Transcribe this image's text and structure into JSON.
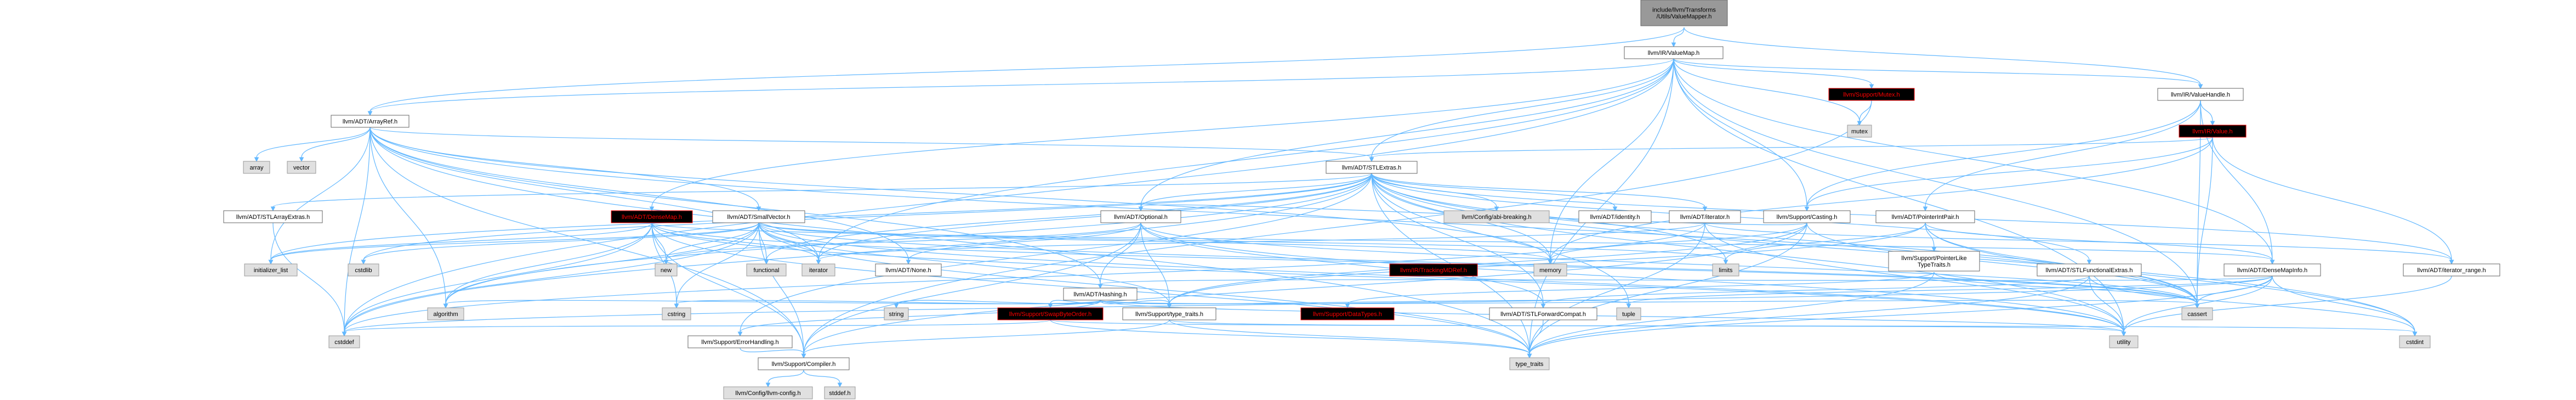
{
  "colors": {
    "edge": "#63b8ff",
    "root_fill": "#999999",
    "node_fill": "#ffffff",
    "system_fill": "#e0e0e0",
    "truncated_border": "#ff0000"
  },
  "nodes": [
    {
      "id": "root",
      "lines": [
        "include/llvm/Transforms",
        "/Utils/ValueMapper.h"
      ],
      "kind": "root"
    },
    {
      "id": "valuemap",
      "lines": [
        "llvm/IR/ValueMap.h"
      ],
      "kind": "local"
    },
    {
      "id": "arrayref",
      "lines": [
        "llvm/ADT/ArrayRef.h"
      ],
      "kind": "local"
    },
    {
      "id": "valuehandle",
      "lines": [
        "llvm/IR/ValueHandle.h"
      ],
      "kind": "local"
    },
    {
      "id": "mutex_h",
      "lines": [
        "llvm/Support/Mutex.h"
      ],
      "kind": "trunc"
    },
    {
      "id": "irvalue",
      "lines": [
        "llvm/IR/Value.h"
      ],
      "kind": "trunc"
    },
    {
      "id": "stlextras",
      "lines": [
        "llvm/ADT/STLExtras.h"
      ],
      "kind": "local"
    },
    {
      "id": "array",
      "lines": [
        "array"
      ],
      "kind": "sys"
    },
    {
      "id": "vector",
      "lines": [
        "vector"
      ],
      "kind": "sys"
    },
    {
      "id": "mutex",
      "lines": [
        "mutex"
      ],
      "kind": "sys"
    },
    {
      "id": "stlarrayextras",
      "lines": [
        "llvm/ADT/STLArrayExtras.h"
      ],
      "kind": "local"
    },
    {
      "id": "densemap",
      "lines": [
        "llvm/ADT/DenseMap.h"
      ],
      "kind": "trunc"
    },
    {
      "id": "smallvector",
      "lines": [
        "llvm/ADT/SmallVector.h"
      ],
      "kind": "local"
    },
    {
      "id": "optional",
      "lines": [
        "llvm/ADT/Optional.h"
      ],
      "kind": "local"
    },
    {
      "id": "abibreaking",
      "lines": [
        "llvm/Config/abi-breaking.h"
      ],
      "kind": "sys"
    },
    {
      "id": "identity",
      "lines": [
        "llvm/ADT/identity.h"
      ],
      "kind": "local"
    },
    {
      "id": "adtiterator",
      "lines": [
        "llvm/ADT/iterator.h"
      ],
      "kind": "local"
    },
    {
      "id": "casting",
      "lines": [
        "llvm/Support/Casting.h"
      ],
      "kind": "local"
    },
    {
      "id": "pointerintpair",
      "lines": [
        "llvm/ADT/PointerIntPair.h"
      ],
      "kind": "local"
    },
    {
      "id": "initializer_list",
      "lines": [
        "initializer_list"
      ],
      "kind": "sys"
    },
    {
      "id": "cstdlib",
      "lines": [
        "cstdlib"
      ],
      "kind": "sys"
    },
    {
      "id": "new",
      "lines": [
        "new"
      ],
      "kind": "sys"
    },
    {
      "id": "functional",
      "lines": [
        "functional"
      ],
      "kind": "sys"
    },
    {
      "id": "iterator",
      "lines": [
        "iterator"
      ],
      "kind": "sys"
    },
    {
      "id": "none",
      "lines": [
        "llvm/ADT/None.h"
      ],
      "kind": "local"
    },
    {
      "id": "hashing",
      "lines": [
        "llvm/ADT/Hashing.h"
      ],
      "kind": "local"
    },
    {
      "id": "trackingmdref",
      "lines": [
        "llvm/IR/TrackingMDRef.h"
      ],
      "kind": "trunc"
    },
    {
      "id": "memory",
      "lines": [
        "memory"
      ],
      "kind": "sys"
    },
    {
      "id": "limits",
      "lines": [
        "limits"
      ],
      "kind": "sys"
    },
    {
      "id": "pointerliketypetraits",
      "lines": [
        "llvm/Support/PointerLike",
        "TypeTraits.h"
      ],
      "kind": "local"
    },
    {
      "id": "stlfunctionalextras",
      "lines": [
        "llvm/ADT/STLFunctionalExtras.h"
      ],
      "kind": "local"
    },
    {
      "id": "densemapinfo",
      "lines": [
        "llvm/ADT/DenseMapInfo.h"
      ],
      "kind": "local"
    },
    {
      "id": "iterator_range",
      "lines": [
        "llvm/ADT/iterator_range.h"
      ],
      "kind": "local"
    },
    {
      "id": "algorithm",
      "lines": [
        "algorithm"
      ],
      "kind": "sys"
    },
    {
      "id": "cstring",
      "lines": [
        "cstring"
      ],
      "kind": "sys"
    },
    {
      "id": "string",
      "lines": [
        "string"
      ],
      "kind": "sys"
    },
    {
      "id": "swapbyteorder",
      "lines": [
        "llvm/Support/SwapByteOrder.h"
      ],
      "kind": "trunc"
    },
    {
      "id": "type_traits_h",
      "lines": [
        "llvm/Support/type_traits.h"
      ],
      "kind": "local"
    },
    {
      "id": "datatypes",
      "lines": [
        "llvm/Support/DataTypes.h"
      ],
      "kind": "trunc"
    },
    {
      "id": "stlforwardcompat",
      "lines": [
        "llvm/ADT/STLForwardCompat.h"
      ],
      "kind": "local"
    },
    {
      "id": "tuple",
      "lines": [
        "tuple"
      ],
      "kind": "sys"
    },
    {
      "id": "cassert",
      "lines": [
        "cassert"
      ],
      "kind": "sys"
    },
    {
      "id": "errorhandling",
      "lines": [
        "llvm/Support/ErrorHandling.h"
      ],
      "kind": "local"
    },
    {
      "id": "cstddef",
      "lines": [
        "cstddef"
      ],
      "kind": "sys"
    },
    {
      "id": "compiler",
      "lines": [
        "llvm/Support/Compiler.h"
      ],
      "kind": "local"
    },
    {
      "id": "utility",
      "lines": [
        "utility"
      ],
      "kind": "sys"
    },
    {
      "id": "cstdint",
      "lines": [
        "cstdint"
      ],
      "kind": "sys"
    },
    {
      "id": "type_traits",
      "lines": [
        "type_traits"
      ],
      "kind": "sys"
    },
    {
      "id": "llvmconfig",
      "lines": [
        "llvm/Config/llvm-config.h"
      ],
      "kind": "sys"
    },
    {
      "id": "stddef",
      "lines": [
        "stddef.h"
      ],
      "kind": "sys"
    }
  ],
  "edges": [
    [
      "root",
      "valuemap"
    ],
    [
      "root",
      "arrayref"
    ],
    [
      "root",
      "valuehandle"
    ],
    [
      "valuemap",
      "arrayref"
    ],
    [
      "valuemap",
      "valuehandle"
    ],
    [
      "valuemap",
      "mutex_h"
    ],
    [
      "valuemap",
      "mutex"
    ],
    [
      "valuemap",
      "stlextras"
    ],
    [
      "valuemap",
      "optional"
    ],
    [
      "valuemap",
      "casting"
    ],
    [
      "valuemap",
      "densemap"
    ],
    [
      "valuemap",
      "densemapinfo"
    ],
    [
      "valuemap",
      "iterator"
    ],
    [
      "valuemap",
      "memory"
    ],
    [
      "valuemap",
      "cassert"
    ],
    [
      "valuemap",
      "cstddef"
    ],
    [
      "valuemap",
      "type_traits"
    ],
    [
      "valuemap",
      "utility"
    ],
    [
      "arrayref",
      "array"
    ],
    [
      "arrayref",
      "vector"
    ],
    [
      "arrayref",
      "stlextras"
    ],
    [
      "arrayref",
      "smallvector"
    ],
    [
      "arrayref",
      "hashing"
    ],
    [
      "arrayref",
      "none"
    ],
    [
      "arrayref",
      "compiler"
    ],
    [
      "arrayref",
      "algorithm"
    ],
    [
      "arrayref",
      "cassert"
    ],
    [
      "arrayref",
      "cstddef"
    ],
    [
      "arrayref",
      "initializer_list"
    ],
    [
      "arrayref",
      "iterator"
    ],
    [
      "arrayref",
      "memory"
    ],
    [
      "arrayref",
      "type_traits"
    ],
    [
      "valuehandle",
      "irvalue"
    ],
    [
      "valuehandle",
      "densemapinfo"
    ],
    [
      "valuehandle",
      "pointerintpair"
    ],
    [
      "valuehandle",
      "casting"
    ],
    [
      "valuehandle",
      "cassert"
    ],
    [
      "mutex_h",
      "mutex"
    ],
    [
      "mutex_h",
      "compiler"
    ],
    [
      "irvalue",
      "stlextras"
    ],
    [
      "irvalue",
      "iterator_range"
    ],
    [
      "irvalue",
      "casting"
    ],
    [
      "irvalue",
      "cassert"
    ],
    [
      "irvalue",
      "memory"
    ],
    [
      "stlextras",
      "stlarrayextras"
    ],
    [
      "stlextras",
      "stlforwardcompat"
    ],
    [
      "stlextras",
      "stlfunctionalextras"
    ],
    [
      "stlextras",
      "identity"
    ],
    [
      "stlextras",
      "adtiterator"
    ],
    [
      "stlextras",
      "iterator_range"
    ],
    [
      "stlextras",
      "abibreaking"
    ],
    [
      "stlextras",
      "errorhandling"
    ],
    [
      "stlextras",
      "algorithm"
    ],
    [
      "stlextras",
      "cassert"
    ],
    [
      "stlextras",
      "cstddef"
    ],
    [
      "stlextras",
      "cstdint"
    ],
    [
      "stlextras",
      "cstdlib"
    ],
    [
      "stlextras",
      "functional"
    ],
    [
      "stlextras",
      "initializer_list"
    ],
    [
      "stlextras",
      "iterator"
    ],
    [
      "stlextras",
      "limits"
    ],
    [
      "stlextras",
      "memory"
    ],
    [
      "stlextras",
      "optional"
    ],
    [
      "stlextras",
      "tuple"
    ],
    [
      "stlextras",
      "type_traits"
    ],
    [
      "stlextras",
      "utility"
    ],
    [
      "stlarrayextras",
      "cstddef"
    ],
    [
      "densemap",
      "densemapinfo"
    ],
    [
      "densemap",
      "compiler"
    ],
    [
      "densemap",
      "algorithm"
    ],
    [
      "densemap",
      "cassert"
    ],
    [
      "densemap",
      "cstddef"
    ],
    [
      "densemap",
      "cstring"
    ],
    [
      "densemap",
      "initializer_list"
    ],
    [
      "densemap",
      "iterator"
    ],
    [
      "densemap",
      "new"
    ],
    [
      "densemap",
      "type_traits"
    ],
    [
      "densemap",
      "utility"
    ],
    [
      "smallvector",
      "compiler"
    ],
    [
      "smallvector",
      "type_traits_h"
    ],
    [
      "smallvector",
      "algorithm"
    ],
    [
      "smallvector",
      "cassert"
    ],
    [
      "smallvector",
      "cstddef"
    ],
    [
      "smallvector",
      "cstdlib"
    ],
    [
      "smallvector",
      "cstring"
    ],
    [
      "smallvector",
      "functional"
    ],
    [
      "smallvector",
      "initializer_list"
    ],
    [
      "smallvector",
      "iterator"
    ],
    [
      "smallvector",
      "limits"
    ],
    [
      "smallvector",
      "memory"
    ],
    [
      "smallvector",
      "new"
    ],
    [
      "smallvector",
      "type_traits"
    ],
    [
      "smallvector",
      "utility"
    ],
    [
      "optional",
      "hashing"
    ],
    [
      "optional",
      "none"
    ],
    [
      "optional",
      "stlforwardcompat"
    ],
    [
      "optional",
      "compiler"
    ],
    [
      "optional",
      "type_traits_h"
    ],
    [
      "optional",
      "cassert"
    ],
    [
      "optional",
      "new"
    ],
    [
      "optional",
      "utility"
    ],
    [
      "adtiterator",
      "iterator_range"
    ],
    [
      "adtiterator",
      "cstddef"
    ],
    [
      "adtiterator",
      "iterator"
    ],
    [
      "adtiterator",
      "type_traits"
    ],
    [
      "adtiterator",
      "utility"
    ],
    [
      "casting",
      "compiler"
    ],
    [
      "casting",
      "type_traits_h"
    ],
    [
      "casting",
      "cassert"
    ],
    [
      "casting",
      "memory"
    ],
    [
      "casting",
      "optional"
    ],
    [
      "casting",
      "type_traits"
    ],
    [
      "pointerintpair",
      "densemapinfo"
    ],
    [
      "pointerintpair",
      "pointerliketypetraits"
    ],
    [
      "pointerintpair",
      "type_traits_h"
    ],
    [
      "pointerintpair",
      "cassert"
    ],
    [
      "pointerintpair",
      "cstdint"
    ],
    [
      "pointerintpair",
      "limits"
    ],
    [
      "hashing",
      "errorhandling"
    ],
    [
      "hashing",
      "swapbyteorder"
    ],
    [
      "hashing",
      "type_traits_h"
    ],
    [
      "hashing",
      "algorithm"
    ],
    [
      "hashing",
      "cassert"
    ],
    [
      "hashing",
      "cstring"
    ],
    [
      "hashing",
      "string"
    ],
    [
      "hashing",
      "tuple"
    ],
    [
      "hashing",
      "utility"
    ],
    [
      "pointerliketypetraits",
      "datatypes"
    ],
    [
      "pointerliketypetraits",
      "cassert"
    ],
    [
      "pointerliketypetraits",
      "type_traits"
    ],
    [
      "stlfunctionalextras",
      "stlforwardcompat"
    ],
    [
      "stlfunctionalextras",
      "cstdint"
    ],
    [
      "stlfunctionalextras",
      "type_traits"
    ],
    [
      "stlfunctionalextras",
      "utility"
    ],
    [
      "densemapinfo",
      "hashing"
    ],
    [
      "densemapinfo",
      "cassert"
    ],
    [
      "densemapinfo",
      "cstddef"
    ],
    [
      "densemapinfo",
      "cstdint"
    ],
    [
      "densemapinfo",
      "tuple"
    ],
    [
      "densemapinfo",
      "type_traits"
    ],
    [
      "densemapinfo",
      "utility"
    ],
    [
      "iterator_range",
      "utility"
    ],
    [
      "swapbyteorder",
      "cstddef"
    ],
    [
      "swapbyteorder",
      "cstdint"
    ],
    [
      "swapbyteorder",
      "type_traits"
    ],
    [
      "type_traits_h",
      "compiler"
    ],
    [
      "type_traits_h",
      "type_traits"
    ],
    [
      "type_traits_h",
      "utility"
    ],
    [
      "stlforwardcompat",
      "type_traits"
    ],
    [
      "errorhandling",
      "compiler"
    ],
    [
      "compiler",
      "llvmconfig"
    ],
    [
      "compiler",
      "stddef"
    ]
  ]
}
